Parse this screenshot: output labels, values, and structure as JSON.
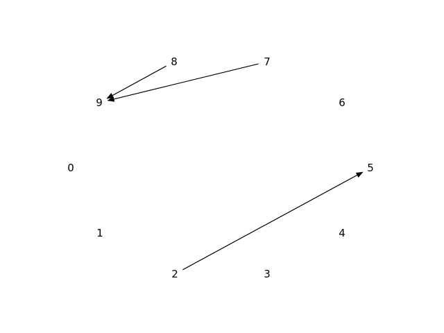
{
  "graph": {
    "directed": true,
    "nodes": [
      {
        "id": "0",
        "label": "0"
      },
      {
        "id": "1",
        "label": "1"
      },
      {
        "id": "2",
        "label": "2"
      },
      {
        "id": "3",
        "label": "3"
      },
      {
        "id": "4",
        "label": "4"
      },
      {
        "id": "5",
        "label": "5"
      },
      {
        "id": "6",
        "label": "6"
      },
      {
        "id": "7",
        "label": "7"
      },
      {
        "id": "8",
        "label": "8"
      },
      {
        "id": "9",
        "label": "9"
      }
    ],
    "edges": [
      {
        "from": "8",
        "to": "9"
      },
      {
        "from": "7",
        "to": "9"
      },
      {
        "from": "2",
        "to": "5"
      }
    ],
    "colors": {
      "edge": "#000000",
      "text": "#000000",
      "background": "#ffffff"
    }
  }
}
